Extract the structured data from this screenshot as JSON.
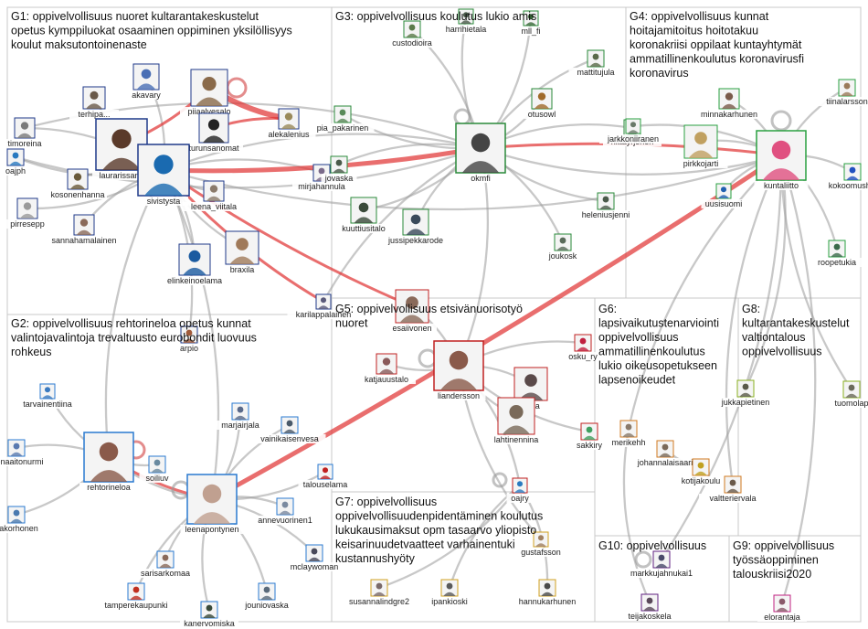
{
  "groups": [
    {
      "id": "G1",
      "title": "G1: oppivelvollisuus nuoret kultarantakeskustelut opetus kymppiluokat osaaminen oppiminen yksilöllisyys koulut maksutontoinenaste"
    },
    {
      "id": "G2",
      "title": "G2: oppivelvollisuus rehtorineloa opetus kunnat valintojavalintoja trevaltuusto eurobondit luovuus rohkeus"
    },
    {
      "id": "G3",
      "title": "G3: oppivelvollisuus koulutus lukio amis"
    },
    {
      "id": "G4",
      "title": "G4: oppivelvollisuus kunnat hoitajamitoitus hoitotakuu koronakriisi oppilaat kuntayhtymät ammatillinenkoulutus koronavirusfi koronavirus"
    },
    {
      "id": "G5",
      "title": "G5: oppivelvollisuus etsivänuorisotyö nuoret"
    },
    {
      "id": "G6",
      "title": "G6: lapsivaikutustenarviointi oppivelvollisuus ammatillinenkoulutus lukio oikeusopetukseen lapsenoikeudet"
    },
    {
      "id": "G7",
      "title": "G7: oppivelvollisuus oppivelvollisuudenpidentäminen koulutus lukukausimaksut opm tasaarvo yliopisto keisarinuudetvaatteet varhainentuki kustannushyöty"
    },
    {
      "id": "G8",
      "title": "G8: kultarantakeskustelut valtiontalous oppivelvollisuus"
    },
    {
      "id": "G9",
      "title": "G9: oppivelvollisuus työssäoppiminen talouskriisi2020"
    },
    {
      "id": "G10",
      "title": "G10: oppivelvollisuus"
    }
  ],
  "nodes": [
    {
      "id": "akavary",
      "label": "akavary",
      "group": "G1",
      "color": "#4a6fb5"
    },
    {
      "id": "piiaalvesalo",
      "label": "piiaalvesalo",
      "group": "G1",
      "color": "#8a6a4a"
    },
    {
      "id": "terhipa",
      "label": "terhipa...",
      "group": "G1",
      "color": "#6a5a4a"
    },
    {
      "id": "turunsanomat",
      "label": "turunsanomat",
      "group": "G1",
      "color": "#222222"
    },
    {
      "id": "alekalenius",
      "label": "alekalenius",
      "group": "G1",
      "color": "#9a8a5a"
    },
    {
      "id": "timoreina",
      "label": "timoreina",
      "group": "G1",
      "color": "#7a7a7a"
    },
    {
      "id": "laurarissane",
      "label": "laurarissane",
      "group": "G1",
      "color": "#5a3a2a"
    },
    {
      "id": "sivistysta",
      "label": "sivistysta",
      "group": "G1",
      "color": "#1a6ab0"
    },
    {
      "id": "oajph",
      "label": "oajph",
      "group": "G1",
      "color": "#2a7ac0"
    },
    {
      "id": "kosonenhanna",
      "label": "kosonenhanna",
      "group": "G1",
      "color": "#6a5a3a"
    },
    {
      "id": "leena_viitala",
      "label": "leena_viitala",
      "group": "G1",
      "color": "#8a7a6a"
    },
    {
      "id": "mirjahannula",
      "label": "mirjahannula",
      "group": "G1",
      "color": "#7a6a8a"
    },
    {
      "id": "pirresepp",
      "label": "pirresepp",
      "group": "G1",
      "color": "#9a9a9a"
    },
    {
      "id": "sannahamalainen",
      "label": "sannahamalainen",
      "group": "G1",
      "color": "#8a6a5a"
    },
    {
      "id": "elinkeinoelama",
      "label": "elinkeinoelama",
      "group": "G1",
      "color": "#1a5aa0"
    },
    {
      "id": "braxila",
      "label": "braxila",
      "group": "G1",
      "color": "#a07a5a"
    },
    {
      "id": "karilappalainen",
      "label": "karilappalainen",
      "group": "G1",
      "color": "#5a5a7a"
    },
    {
      "id": "arpio",
      "label": "arpio",
      "group": "G1",
      "color": "#a05a3a"
    },
    {
      "id": "tarvainentiina",
      "label": "tarvainentiina",
      "group": "G2",
      "color": "#3a7ac0"
    },
    {
      "id": "leenaaitonurmi",
      "label": "leenaaitonurmi",
      "group": "G2",
      "color": "#5a7ab0"
    },
    {
      "id": "rehtorineloa",
      "label": "rehtorineloa",
      "group": "G2",
      "color": "#8a5a4a"
    },
    {
      "id": "soiliuv",
      "label": "soiliuv",
      "group": "G2",
      "color": "#6a8aa0"
    },
    {
      "id": "marjairjala",
      "label": "marjairjala",
      "group": "G2",
      "color": "#5a6a8a"
    },
    {
      "id": "vainikaisenvesa",
      "label": "vainikaisenvesa",
      "group": "G2",
      "color": "#4a5a6a"
    },
    {
      "id": "talouselama",
      "label": "talouselama",
      "group": "G2",
      "color": "#c02020"
    },
    {
      "id": "aakorhonen",
      "label": "aakorhonen",
      "group": "G2",
      "color": "#4a7ab0"
    },
    {
      "id": "leenapontynen",
      "label": "leenapontynen",
      "group": "G2",
      "color": "#c0a090"
    },
    {
      "id": "annevuorinen1",
      "label": "annevuorinen1",
      "group": "G2",
      "color": "#7a8aa0"
    },
    {
      "id": "sarisarkomaa",
      "label": "sarisarkomaa",
      "group": "G2",
      "color": "#8a6a5a"
    },
    {
      "id": "mclaywoman",
      "label": "mclaywoman",
      "group": "G2",
      "color": "#4a4a5a"
    },
    {
      "id": "tamperekaupunki",
      "label": "tamperekaupunki",
      "group": "G2",
      "color": "#c03020"
    },
    {
      "id": "jouniovaska",
      "label": "jouniovaska",
      "group": "G2",
      "color": "#5a6a7a"
    },
    {
      "id": "kanervomiska",
      "label": "kanervomiska",
      "group": "G2",
      "color": "#3a4a3a"
    },
    {
      "id": "custodioira",
      "label": "custodioira",
      "group": "G3",
      "color": "#5a7a4a"
    },
    {
      "id": "harrihietala",
      "label": "harrihietala",
      "group": "G3",
      "color": "#4a5a4a"
    },
    {
      "id": "mll_fi",
      "label": "mll_fi",
      "group": "G3",
      "color": "#3a6a3a"
    },
    {
      "id": "mattitujula",
      "label": "mattitujula",
      "group": "G3",
      "color": "#5a6a4a"
    },
    {
      "id": "otusowl",
      "label": "otusowl",
      "group": "G3",
      "color": "#a06a2a"
    },
    {
      "id": "pia_pakarinen",
      "label": "pia_pakarinen",
      "group": "G3",
      "color": "#5a8a5a"
    },
    {
      "id": "jovaska",
      "label": "jovaska",
      "group": "G3",
      "color": "#4a5a4a"
    },
    {
      "id": "okmfi",
      "label": "okmfi",
      "group": "G3",
      "color": "#444444"
    },
    {
      "id": "kuuttiusitalo",
      "label": "kuuttiusitalo",
      "group": "G3",
      "color": "#3a4a3a"
    },
    {
      "id": "jussipekkarode",
      "label": "jussipekkarode",
      "group": "G3",
      "color": "#3a4a5a"
    },
    {
      "id": "nittayrjonen",
      "label": "nittayrjonen",
      "group": "G3",
      "color": "#6a7a6a"
    },
    {
      "id": "heleniusjenni",
      "label": "heleniusjenni",
      "group": "G3",
      "color": "#4a5a4a"
    },
    {
      "id": "joukosk",
      "label": "joukosk",
      "group": "G3",
      "color": "#5a6a5a"
    },
    {
      "id": "minnakarhunen",
      "label": "minnakarhunen",
      "group": "G4",
      "color": "#7a5a4a"
    },
    {
      "id": "tiinalarsson",
      "label": "tiinalarsson",
      "group": "G4",
      "color": "#9a7a5a"
    },
    {
      "id": "jarkkoniiranen",
      "label": "jarkkoniiranen",
      "group": "G4",
      "color": "#6a7a6a"
    },
    {
      "id": "pirkkojarti",
      "label": "pirkkojarti",
      "group": "G4",
      "color": "#c0a060"
    },
    {
      "id": "kuntaliitto",
      "label": "kuntaliitto",
      "group": "G4",
      "color": "#e05080"
    },
    {
      "id": "kokoomushki",
      "label": "kokoomushki",
      "group": "G4",
      "color": "#2050c0"
    },
    {
      "id": "uusisuomi",
      "label": "uusisuomi",
      "group": "G4",
      "color": "#2060b0"
    },
    {
      "id": "roopetukia",
      "label": "roopetukia",
      "group": "G4",
      "color": "#3a6a4a"
    },
    {
      "id": "esaiivonen",
      "label": "esaiivonen",
      "group": "G5",
      "color": "#8a6a5a"
    },
    {
      "id": "katjauustalo",
      "label": "katjauustalo",
      "group": "G5",
      "color": "#8a5a5a"
    },
    {
      "id": "liandersson",
      "label": "liandersson",
      "group": "G5",
      "color": "#8a5a4a"
    },
    {
      "id": "arsia",
      "label": "arsia",
      "group": "G5",
      "color": "#5a4a4a"
    },
    {
      "id": "lahtinennina",
      "label": "lahtinennina",
      "group": "G5",
      "color": "#7a6a5a"
    },
    {
      "id": "osku_ry",
      "label": "osku_ry",
      "group": "G5",
      "color": "#c02040"
    },
    {
      "id": "sakkiry",
      "label": "sakkiry",
      "group": "G5",
      "color": "#40a060"
    },
    {
      "id": "oajry",
      "label": "oajry",
      "group": "G5",
      "color": "#2a7ac0"
    },
    {
      "id": "merikehh",
      "label": "merikehh",
      "group": "G6",
      "color": "#8a7a6a"
    },
    {
      "id": "johannalaisaari",
      "label": "johannalaisaari",
      "group": "G6",
      "color": "#7a6a5a"
    },
    {
      "id": "kotijakoulu",
      "label": "kotijakoulu",
      "group": "G6",
      "color": "#c0a020"
    },
    {
      "id": "valtteriervala",
      "label": "valtteriervala",
      "group": "G6",
      "color": "#6a5a4a"
    },
    {
      "id": "susannalindgre2",
      "label": "susannalindgre2",
      "group": "G7",
      "color": "#7a6a6a"
    },
    {
      "id": "ipankioski",
      "label": "ipankioski",
      "group": "G7",
      "color": "#5a5a5a"
    },
    {
      "id": "hannukarhunen",
      "label": "hannukarhunen",
      "group": "G7",
      "color": "#4a4a4a"
    },
    {
      "id": "gustafsson",
      "label": "gustafsson",
      "group": "G7",
      "color": "#a08060"
    },
    {
      "id": "jukkapietinen",
      "label": "jukkapietinen",
      "group": "G8",
      "color": "#5a5a4a"
    },
    {
      "id": "tuomolap",
      "label": "tuomolap",
      "group": "G8",
      "color": "#6a6a5a"
    },
    {
      "id": "markkujahnukai1",
      "label": "markkujahnukai1",
      "group": "G10",
      "color": "#4a4a6a"
    },
    {
      "id": "teijakoskela",
      "label": "teijakoskela",
      "group": "G10",
      "color": "#5a4a5a"
    },
    {
      "id": "elorantaja",
      "label": "elorantaja",
      "group": "G9",
      "color": "#8a5a6a"
    }
  ]
}
